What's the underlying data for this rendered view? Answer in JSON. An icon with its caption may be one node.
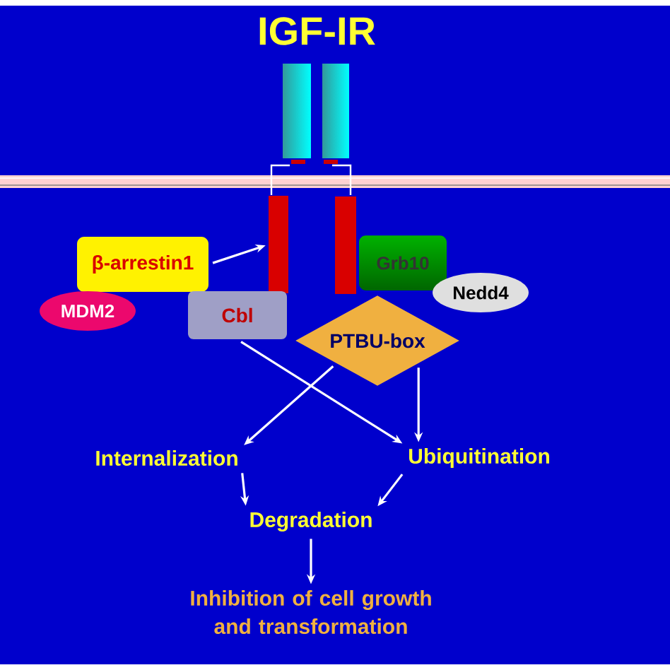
{
  "diagram": {
    "title": "IGF-IR",
    "nodes": [
      {
        "text": [
          "β-arrestin1"
        ]
      },
      {
        "text": [],
        "shape": "bar"
      },
      {
        "text": [
          "MDM2"
        ]
      },
      {
        "text": [
          "Cbl"
        ]
      },
      {
        "text": [
          "Grb10"
        ]
      },
      {
        "text": [
          "Nedd4"
        ]
      },
      {
        "text": [
          "PTBU-box"
        ]
      },
      {
        "text": [
          "Internalization"
        ]
      },
      {
        "text": [
          "Ubiquitination"
        ]
      },
      {
        "text": [
          "Degradation"
        ]
      },
      {
        "text": [
          "Inhibition of cell growth and transformation"
        ]
      }
    ],
    "edges": [
      {
        "from": 0,
        "to": 1,
        "arrow": "to"
      },
      {
        "from": 3,
        "to": 8,
        "arrow": "to"
      },
      {
        "from": 6,
        "to": 7,
        "arrow": "to"
      },
      {
        "from": 6,
        "to": 8,
        "arrow": "to"
      },
      {
        "from": 7,
        "to": 9,
        "arrow": "to"
      },
      {
        "from": 8,
        "to": 9,
        "arrow": "to"
      },
      {
        "from": 9,
        "to": 10,
        "arrow": "to"
      }
    ]
  }
}
